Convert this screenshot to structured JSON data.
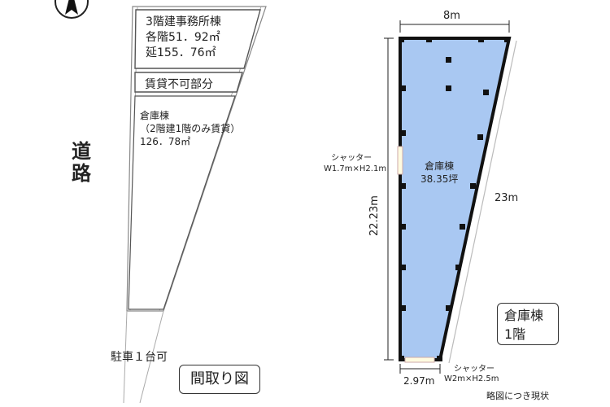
{
  "left_plan": {
    "road_chars": [
      "道",
      "路"
    ],
    "office_block": [
      "3階建事務所棟",
      "各階51．92㎡",
      "延155．76㎡"
    ],
    "no_lease": "賃貸不可部分",
    "warehouse_block": [
      "倉庫棟",
      "（2階建1階のみ賃貸）",
      "126．78㎡"
    ],
    "parking": "駐車１台可",
    "caption": "間取り図"
  },
  "right_plan": {
    "top_width": "8m",
    "left_height": "22.23m",
    "right_side": "23m",
    "bottom_width": "2.97m",
    "shutter_left": [
      "シャッター",
      "W1.7m×H2.1m"
    ],
    "shutter_bottom": [
      "シャッター",
      "W2m×H2.5m"
    ],
    "room_name": "倉庫棟",
    "room_area": "38.35坪",
    "floor_label": [
      "倉庫棟",
      "1階"
    ],
    "footnote": "略図につき現状"
  },
  "colors": {
    "floor_fill": "#a9c8f2",
    "wall": "#111111"
  }
}
